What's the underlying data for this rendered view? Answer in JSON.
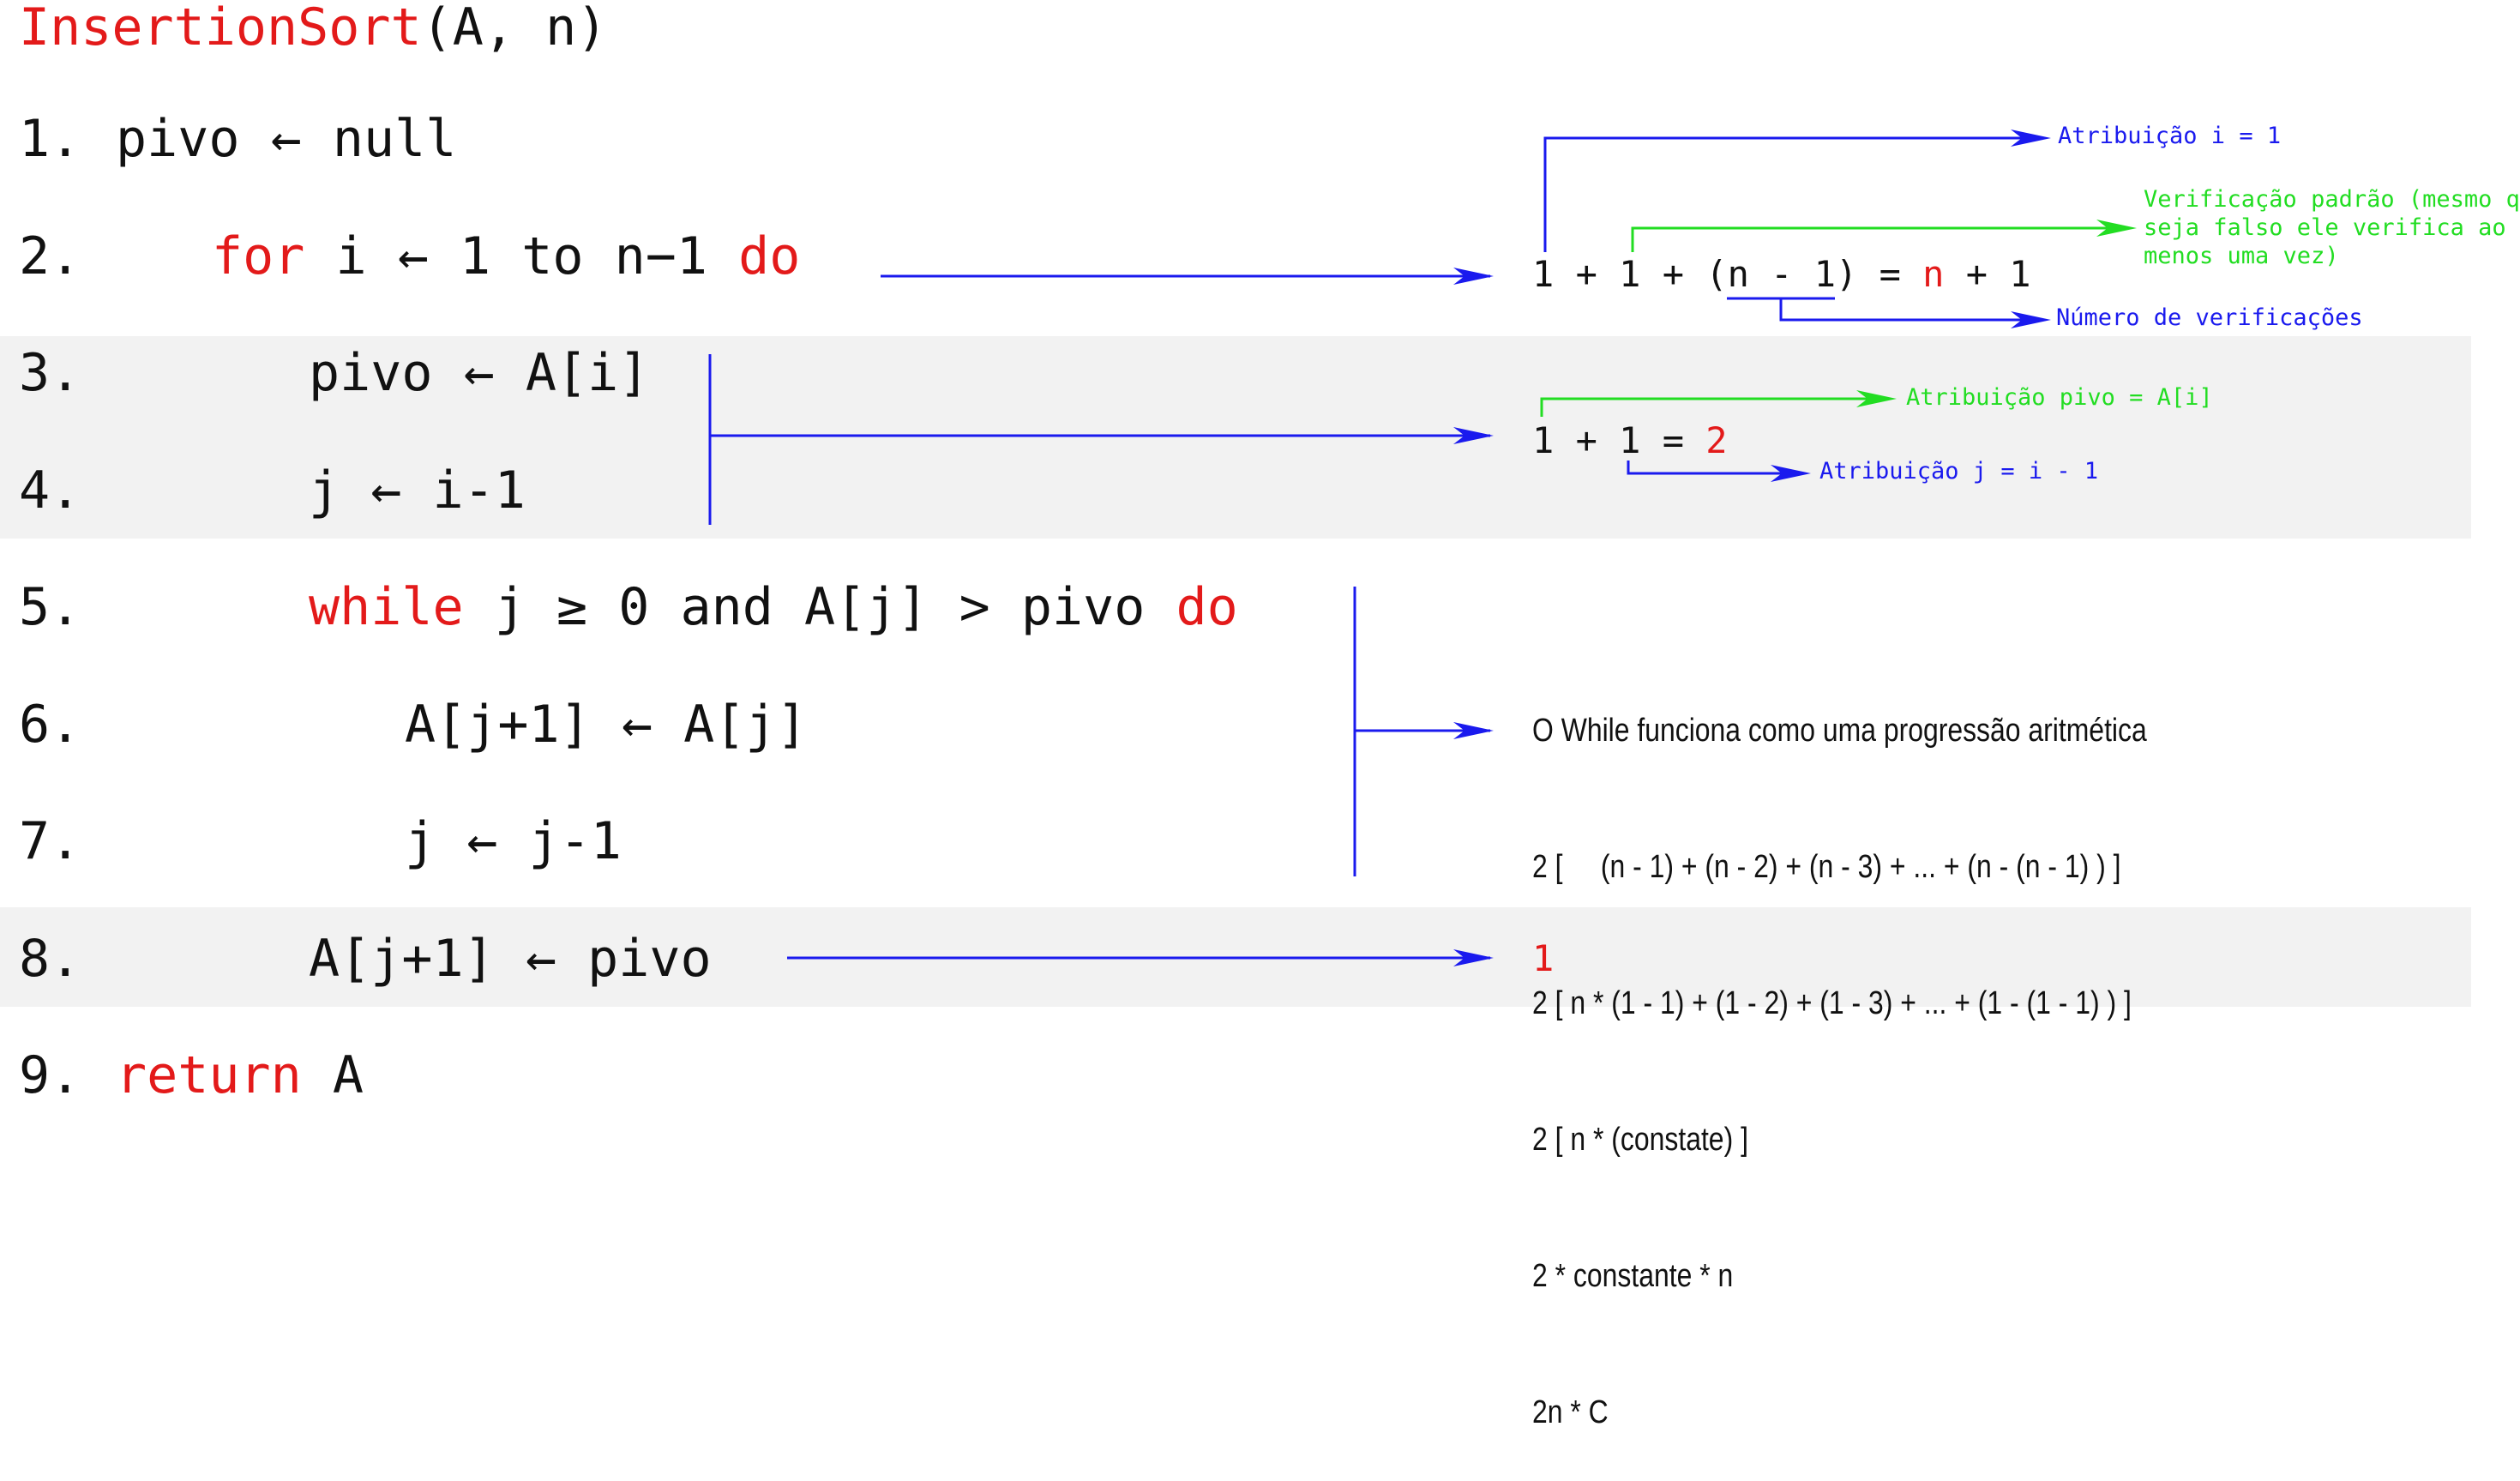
{
  "title": {
    "func": "InsertionSort",
    "params": "(A, n)"
  },
  "lines": [
    {
      "num": "1.",
      "parts": [
        {
          "t": "pivo ← null"
        }
      ]
    },
    {
      "num": "2.",
      "parts": [
        {
          "t": "for",
          "kw": true
        },
        {
          "t": " i ← 1 to n−1 "
        },
        {
          "t": "do",
          "kw": true
        }
      ]
    },
    {
      "num": "3.",
      "parts": [
        {
          "t": "pivo ← A[i]"
        }
      ]
    },
    {
      "num": "4.",
      "parts": [
        {
          "t": "j ← i-1"
        }
      ]
    },
    {
      "num": "5.",
      "parts": [
        {
          "t": "while",
          "kw": true
        },
        {
          "t": " j ≥ 0 and A[j] > pivo "
        },
        {
          "t": "do",
          "kw": true
        }
      ]
    },
    {
      "num": "6.",
      "parts": [
        {
          "t": "A[j+1] ← A[j]"
        }
      ]
    },
    {
      "num": "7.",
      "parts": [
        {
          "t": "j ← j-1"
        }
      ]
    },
    {
      "num": "8.",
      "parts": [
        {
          "t": "A[j+1] ← pivo"
        }
      ]
    },
    {
      "num": "9.",
      "parts": [
        {
          "t": "return",
          "kw": true
        },
        {
          "t": " A"
        }
      ]
    }
  ],
  "for_cost": {
    "lhs": "1 + 1 + (n - 1) = ",
    "n": "n",
    "tail": " + 1",
    "note_assign": "Atribuição i = 1",
    "note_check": "Verificação padrão (mesmo que\nseja falso ele verifica ao\nmenos uma vez)",
    "note_count": "Número de verificações"
  },
  "body_cost": {
    "lhs": "1 + 1 = ",
    "result": "2",
    "note_pivo": "Atribuição pivo = A[i]",
    "note_j": "Atribuição j = i - 1"
  },
  "while_cost": {
    "lines": [
      "O While funciona como uma progressão aritmética",
      "2 [     (n - 1) + (n - 2) + (n - 3) + ... + (n - (n - 1) ) ]",
      "2 [ n * (1 - 1) + (1 - 2) + (1 - 3) + ... + (1 - (1 - 1) ) ]",
      "2 [ n * (constate) ]",
      "2 * constante * n",
      "2n * C"
    ]
  },
  "return_cost": {
    "value": "1"
  },
  "colors": {
    "keyword": "#e31a1a",
    "arrow_blue": "#1a1aee",
    "arrow_green": "#22dd22",
    "band": "#f2f2f2"
  }
}
